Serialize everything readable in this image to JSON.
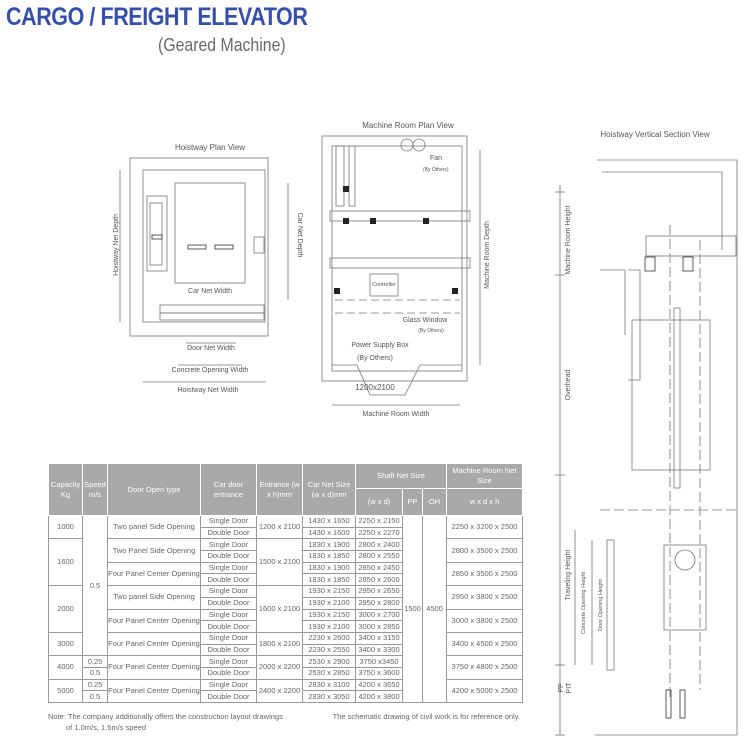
{
  "header": {
    "title": "CARGO / FREIGHT ELEVATOR",
    "subtitle": "(Geared Machine)"
  },
  "hoistway_plan": {
    "title": "Hoistway Plan View",
    "labels": {
      "hoistway_net_depth": "Hoistway Net Depth",
      "car_net_depth": "Car Net Depth",
      "car_net_width": "Car Net Width",
      "door_net_width": "Door Net Width",
      "concrete_opening_width": "Concrete Opening Width",
      "hoistway_net_width": "Hoistway Net Width"
    }
  },
  "machine_room_plan": {
    "title": "Machine Room Plan View",
    "labels": {
      "fan": "Fan",
      "fan_note": "(By Others)",
      "machine_room_depth": "Machine Room Depth",
      "controller": "Controller",
      "glass_window": "Glass Window",
      "glass_window_note": "(By Others)",
      "power_supply_box": "Power Supply Box",
      "power_supply_note": "(By Others)",
      "door_size": "1200x2100",
      "machine_room_width": "Machine Room Width"
    }
  },
  "section_view": {
    "title": "Hoistway Vertical Section View",
    "labels": {
      "machine_room_height": "Machine Room Height",
      "overhead": "Overhead",
      "traveling_height": "Traveling Height",
      "concrete_opening_height": "Concrete Opening Height",
      "door_opening_height": "Door Opening Height",
      "pp": "PP",
      "pit": "PIT"
    }
  },
  "table": {
    "headers": {
      "capacity": "Capacity Kg",
      "speed": "Speed m/s",
      "door_open_type": "Door Open type",
      "car_door_entrance": "Car door entrance",
      "entrance": "Entrance (w x h)mm",
      "car_net_size": "Car Net Size (w x d)mm",
      "shaft_net_size": "Shaft Net Size",
      "shaft_wd": "(w x d)",
      "pp": "PP",
      "oh": "OH",
      "machine_room": "Machine Room Net Size",
      "machine_room_dims": "w x d x h"
    },
    "pp": "1500",
    "oh": "4500",
    "capacity_groups": [
      {
        "value": "1000",
        "rows": 2
      },
      {
        "value": "1600",
        "rows": 4
      },
      {
        "value": "2000",
        "rows": 4
      },
      {
        "value": "3000",
        "rows": 2
      },
      {
        "value": "4000",
        "rows": 2
      },
      {
        "value": "5000",
        "rows": 2
      }
    ],
    "speed_groups": [
      {
        "value": "0.5",
        "rows": 12
      },
      {
        "value": "0.25",
        "rows": 1
      },
      {
        "value": "0.5",
        "rows": 1
      },
      {
        "value": "0.25",
        "rows": 1
      },
      {
        "value": "0.5",
        "rows": 1
      }
    ],
    "door_type_groups": [
      {
        "value": "Two panel Side Opening",
        "rows": 2
      },
      {
        "value": "Two Panel Side Opening",
        "rows": 2
      },
      {
        "value": "Four Panel Center Opening",
        "rows": 2
      },
      {
        "value": "Two panel Side Opening",
        "rows": 2
      },
      {
        "value": "Four Panel Center Opening",
        "rows": 2
      },
      {
        "value": "Four Panel Center Opening",
        "rows": 2
      },
      {
        "value": "Four Panel Center Opening",
        "rows": 2
      },
      {
        "value": "Four Panel Center Opening",
        "rows": 2
      }
    ],
    "entrance_groups": [
      {
        "value": "1200 x 2100",
        "rows": 2
      },
      {
        "value": "1500 x 2100",
        "rows": 4
      },
      {
        "value": "1600 x 2100",
        "rows": 4
      },
      {
        "value": "1800 x 2100",
        "rows": 2
      },
      {
        "value": "2000 x 2200",
        "rows": 2
      },
      {
        "value": "2400 x 2200",
        "rows": 2
      }
    ],
    "machine_room_groups": [
      {
        "value": "2250 x 3200 x 2500",
        "rows": 2
      },
      {
        "value": "2800 x 3500 x 2500",
        "rows": 2
      },
      {
        "value": "2850 x 3500 x 2500",
        "rows": 2
      },
      {
        "value": "2950 x 3800 x 2500",
        "rows": 2
      },
      {
        "value": "3000 x 3800 x 2500",
        "rows": 2
      },
      {
        "value": "3400 x 4500 x 2500",
        "rows": 2
      },
      {
        "value": "3750 x 4800 x 2500",
        "rows": 2
      },
      {
        "value": "4200 x 5000 x 2500",
        "rows": 2
      }
    ],
    "rows": [
      {
        "car_door": "Single Door",
        "car_net": "1430 x 1650",
        "shaft": "2250 x 2150"
      },
      {
        "car_door": "Double Door",
        "car_net": "1430 x 1600",
        "shaft": "2250 x 2270"
      },
      {
        "car_door": "Single Door",
        "car_net": "1830 x 1900",
        "shaft": "2800 x 2400"
      },
      {
        "car_door": "Double Door",
        "car_net": "1830 x 1850",
        "shaft": "2800 x 2550"
      },
      {
        "car_door": "Single Door",
        "car_net": "1830 x 1900",
        "shaft": "2850 x 2450"
      },
      {
        "car_door": "Double Door",
        "car_net": "1830 x 1850",
        "shaft": "2850 x 2600"
      },
      {
        "car_door": "Single Door",
        "car_net": "1930 x 2150",
        "shaft": "2950 x 2650"
      },
      {
        "car_door": "Double Door",
        "car_net": "1930 x 2100",
        "shaft": "2950 x 2800"
      },
      {
        "car_door": "Single Door",
        "car_net": "1930 x 2150",
        "shaft": "3000 x 2700"
      },
      {
        "car_door": "Double Door",
        "car_net": "1930 x 2100",
        "shaft": "3000 x 2850"
      },
      {
        "car_door": "Single Door",
        "car_net": "2230 x 2600",
        "shaft": "3400 x 3150"
      },
      {
        "car_door": "Double Door",
        "car_net": "2230 x 2550",
        "shaft": "3400 x 3300"
      },
      {
        "car_door": "Single Door",
        "car_net": "2530 x 2900",
        "shaft": "3750 x3450"
      },
      {
        "car_door": "Double Door",
        "car_net": "2530 x 2850",
        "shaft": "3750 x 3600"
      },
      {
        "car_door": "Single Door",
        "car_net": "2830 x 3100",
        "shaft": "4200 x 3650"
      },
      {
        "car_door": "Double Door",
        "car_net": "2830 x 3050",
        "shaft": "4200 x 3800"
      }
    ]
  },
  "notes": {
    "note_line1": "Note: The company additionally offers the construction layout drawings",
    "note_line2": "of 1.0m/s, 1.5m/s speed",
    "disclaimer": "The schematic drawing of civil work is for reference only."
  }
}
